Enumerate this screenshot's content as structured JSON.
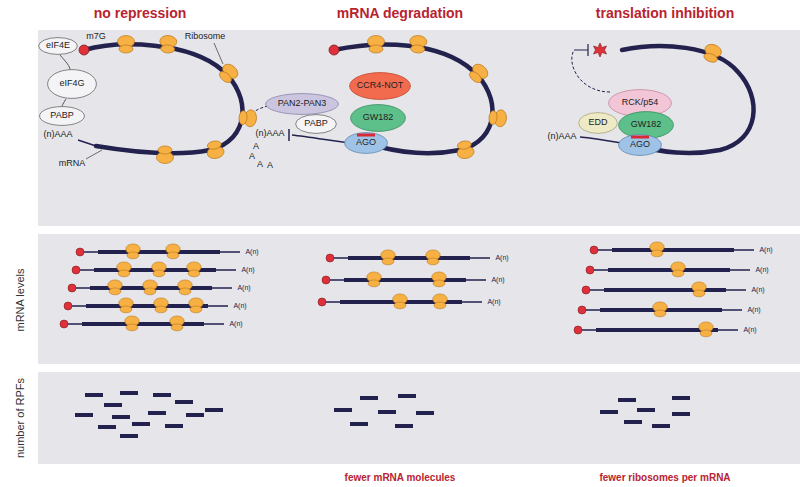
{
  "diagram": {
    "nodes": [
      {
        "text": [
          "eIF4E"
        ]
      },
      {
        "text": [
          "eIF4G"
        ]
      },
      {
        "text": [
          "PABP"
        ]
      },
      {
        "text": [
          "PAN2-PAN3"
        ]
      },
      {
        "text": [
          "CCR4-NOT"
        ]
      },
      {
        "text": [
          "PABP"
        ]
      },
      {
        "text": [
          "GW182"
        ]
      },
      {
        "text": [
          "AGO"
        ]
      },
      {
        "text": [
          "RCK/p54"
        ]
      },
      {
        "text": [
          "EDD"
        ]
      },
      {
        "text": [
          "GW182"
        ]
      },
      {
        "text": [
          "AGO"
        ]
      }
    ],
    "labels": [
      "no repression",
      "mRNA degradation",
      "translation inhibition",
      "m7G",
      "Ribosome",
      "mRNA",
      "(n)AAA",
      "(n)AAA",
      "A",
      "A",
      "A",
      "A",
      "(n)AAA",
      "mRNA levels",
      "number of RPFs",
      "A(n)",
      "A(n)",
      "A(n)",
      "A(n)",
      "A(n)",
      "A(n)",
      "A(n)",
      "A(n)",
      "A(n)",
      "A(n)",
      "A(n)",
      "A(n)",
      "A(n)",
      "fewer mRNA molecules",
      "fewer ribosomes per mRNA"
    ]
  }
}
